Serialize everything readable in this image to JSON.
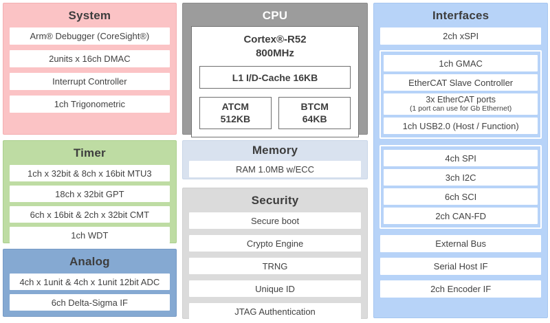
{
  "system": {
    "title": "System",
    "items": [
      "Arm® Debugger (CoreSight®)",
      "2units x 16ch DMAC",
      "Interrupt Controller",
      "1ch Trigonometric"
    ]
  },
  "timer": {
    "title": "Timer",
    "items": [
      "1ch x 32bit & 8ch x 16bit MTU3",
      "18ch x 32bit GPT",
      "6ch x 16bit & 2ch x 32bit CMT",
      "1ch WDT"
    ]
  },
  "analog": {
    "title": "Analog",
    "items": [
      "4ch x 1unit & 4ch x 1unit 12bit ADC",
      "6ch Delta-Sigma IF"
    ]
  },
  "cpu": {
    "title": "CPU",
    "core": "Cortex®-R52",
    "frequency": "800MHz",
    "cache": "L1 I/D-Cache 16KB",
    "atcm": {
      "name": "ATCM",
      "size": "512KB"
    },
    "btcm": {
      "name": "BTCM",
      "size": "64KB"
    }
  },
  "memory": {
    "title": "Memory",
    "items": [
      "RAM 1.0MB w/ECC"
    ]
  },
  "security": {
    "title": "Security",
    "items": [
      "Secure boot",
      "Crypto Engine",
      "TRNG",
      "Unique ID",
      "JTAG Authentication"
    ]
  },
  "interfaces": {
    "title": "Interfaces",
    "top_item": "2ch xSPI",
    "network_group": {
      "gmac": "1ch GMAC",
      "ecat_slave": "EtherCAT Slave Controller",
      "ecat_ports": {
        "line1": "3x EtherCAT ports",
        "line2": "(1 port can use for Gb Ethernet)"
      },
      "usb": "1ch USB2.0 (Host / Function)"
    },
    "serial_group": [
      "4ch SPI",
      "3ch I2C",
      "6ch SCI",
      "2ch CAN-FD"
    ],
    "bottom_items": [
      "External Bus",
      "Serial Host IF",
      "2ch Encoder IF"
    ]
  },
  "colors": {
    "system_bg": "#fbc3c5",
    "timer_bg": "#bedca3",
    "analog_bg": "#85a9d2",
    "cpu_bg": "#9c9c9c",
    "memory_bg": "#d9e2ef",
    "security_bg": "#dbdbdb",
    "interfaces_bg": "#b7d3f8",
    "item_bg": "#ffffff",
    "text": "#3f3f3f"
  }
}
